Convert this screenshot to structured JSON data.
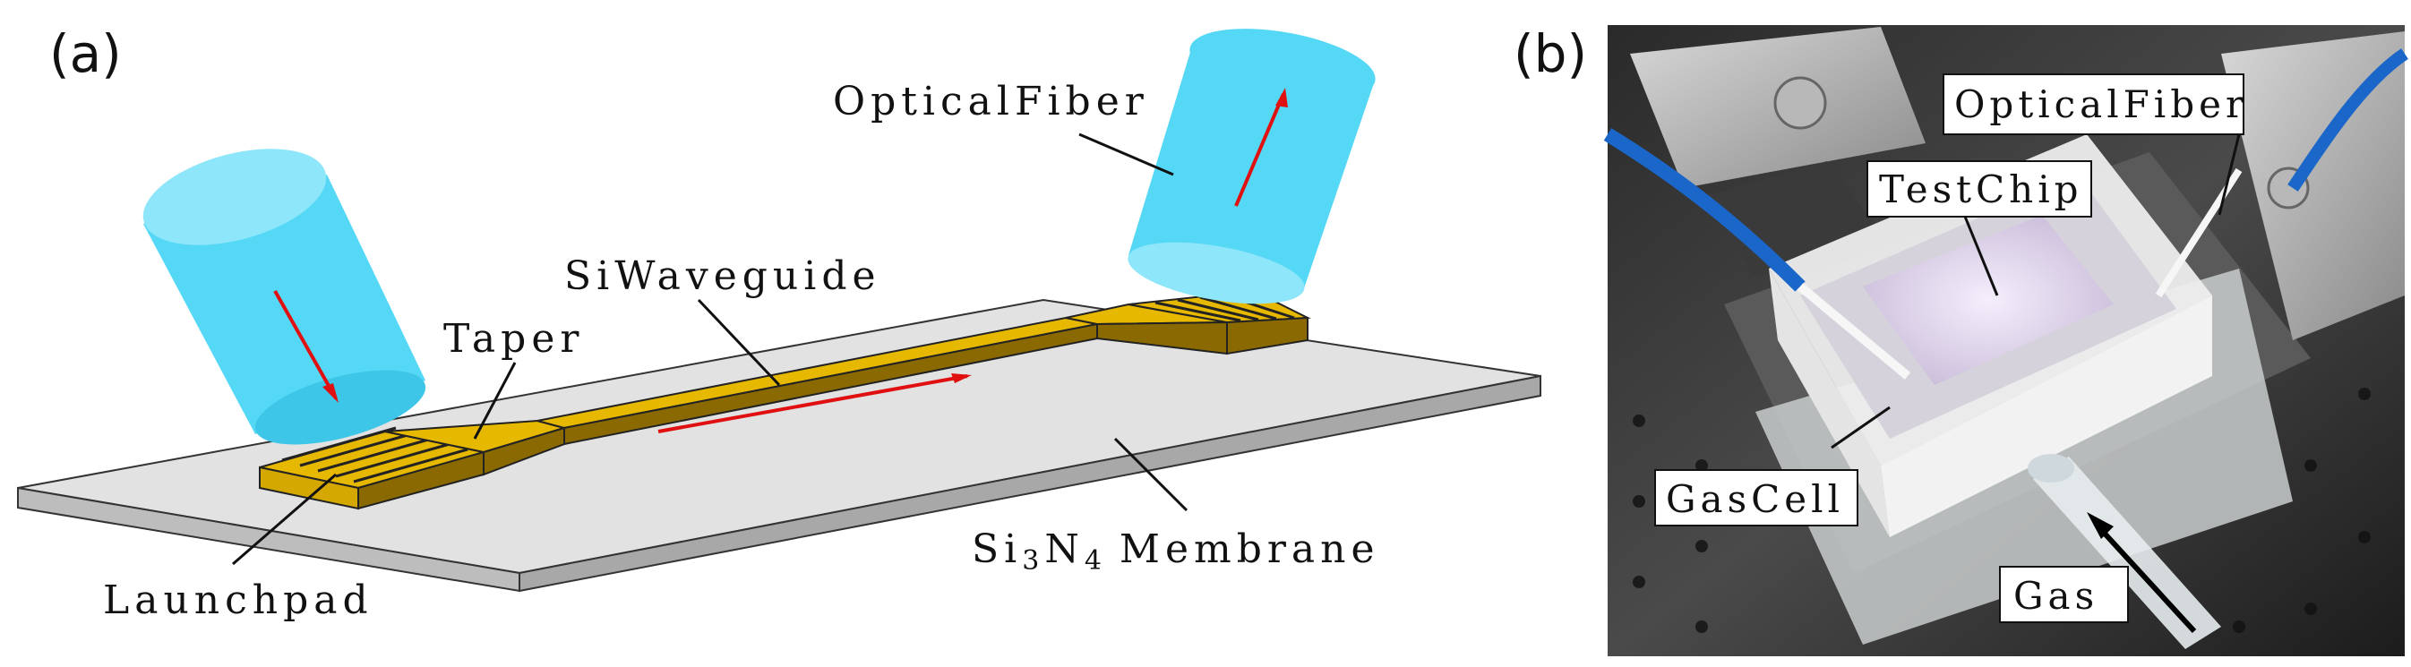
{
  "panel_a": {
    "label": "(a)",
    "labels": {
      "optical_fiber": "OpticalFiber",
      "si_waveguide": "SiWaveguide",
      "taper": "Taper",
      "launchpad": "Launchpad",
      "membrane_prefix": "Si",
      "membrane_sub1": "3",
      "membrane_mid": "N",
      "membrane_sub2": "4",
      "membrane_suffix": "Membrane"
    }
  },
  "panel_b": {
    "label": "(b)",
    "labels": {
      "optical_fiber": "OpticalFiber",
      "test_chip": "TestChip",
      "gas_cell": "GasCell",
      "gas": "Gas"
    }
  },
  "colors": {
    "fiber": "#55d8f5",
    "fiber_dark": "#3ec6e8",
    "waveguide": "#e6b800",
    "waveguide_dark": "#8a6a00",
    "membrane": "#e2e2e2",
    "arrow": "#e01010"
  }
}
